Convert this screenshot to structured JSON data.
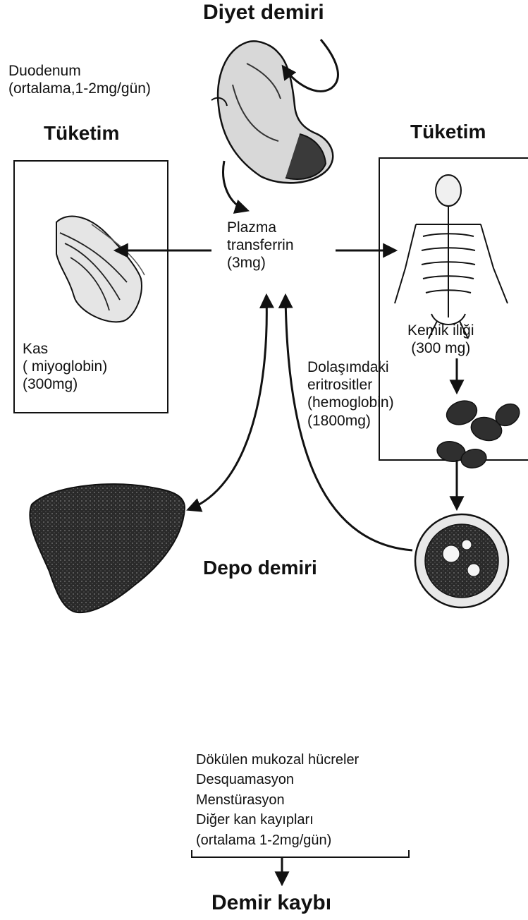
{
  "diagram": {
    "dietary_iron": "Diyet demiri",
    "duodenum": {
      "line1": "Duodenum",
      "line2": "(ortalama,1-2mg/gün)"
    },
    "consumption_left": "Tüketim",
    "consumption_right": "Tüketim",
    "plasma": {
      "line1": "Plazma",
      "line2": "transferrin",
      "line3": "(3mg)"
    },
    "muscle": {
      "line1": "Kas",
      "line2": "( miyoglobin)",
      "line3": "(300mg)"
    },
    "bone_marrow": {
      "line1": "Kemik iliği",
      "line2": "(300 mg)"
    },
    "erythrocytes": {
      "line1": "Dolaşımdaki",
      "line2": "eritrositler",
      "line3": "(hemoglobin)",
      "line4": "(1800mg)"
    },
    "storage_iron": "Depo demiri",
    "losses": {
      "line1": "Dökülen mukozal hücreler",
      "line2": "Desquamasyon",
      "line3": "Menstürasyon",
      "line4": "Diğer kan kayıpları",
      "line5": "(ortalama 1-2mg/gün)"
    },
    "iron_loss": "Demir kaybı"
  },
  "icons": [
    "stomach-duodenum-icon",
    "muscle-icon",
    "skeleton-icon",
    "erythrocyte-icon",
    "liver-icon",
    "macrophage-icon"
  ],
  "colors": {
    "ink": "#111111",
    "background": "#ffffff"
  }
}
